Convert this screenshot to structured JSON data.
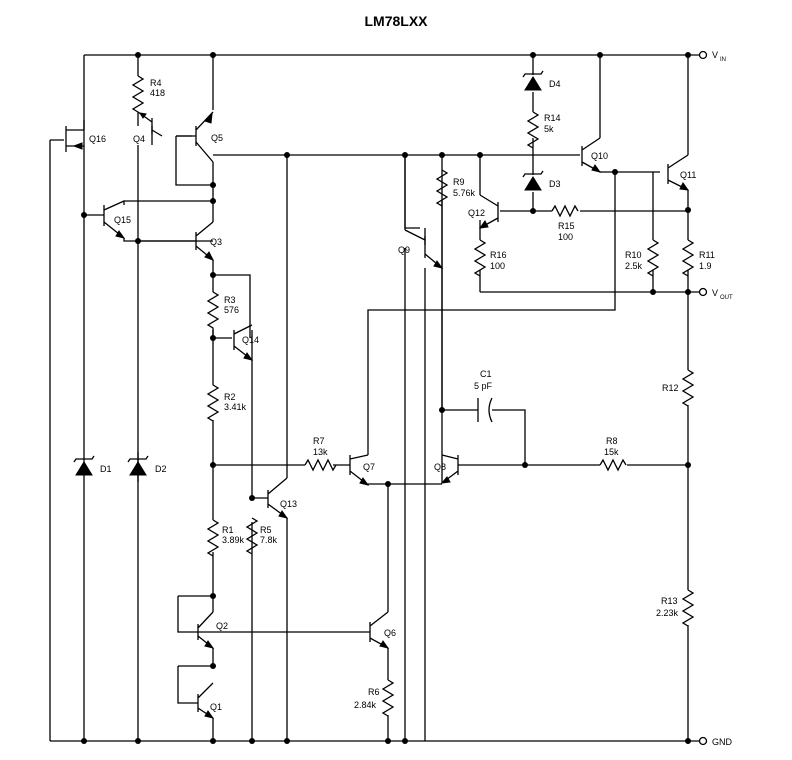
{
  "title": "LM78LXX",
  "pins": {
    "vin_label": "V",
    "vin_sub": "IN",
    "vout_label": "V",
    "vout_sub": "OUT",
    "gnd_label": "GND"
  },
  "components": {
    "R1": "R1",
    "R1_val": "3.89k",
    "R2": "R2",
    "R2_val": "3.41k",
    "R3": "R3",
    "R3_val": "576",
    "R4": "R4",
    "R4_val": "418",
    "R5": "R5",
    "R5_val": "7.8k",
    "R6": "R6",
    "R6_val": "2.84k",
    "R7": "R7",
    "R7_val": "13k",
    "R8": "R8",
    "R8_val": "15k",
    "R9": "R9",
    "R9_val": "5.76k",
    "R10": "R10",
    "R10_val": "2.5k",
    "R11": "R11",
    "R11_val": "1.9",
    "R12": "R12",
    "R13": "R13",
    "R13_val": "2.23k",
    "R14": "R14",
    "R14_val": "5k",
    "R15": "R15",
    "R15_val": "100",
    "R16": "R16",
    "R16_val": "100",
    "C1": "C1",
    "C1_val": "5 pF",
    "D1": "D1",
    "D2": "D2",
    "D3": "D3",
    "D4": "D4",
    "Q1": "Q1",
    "Q2": "Q2",
    "Q3": "Q3",
    "Q4": "Q4",
    "Q5": "Q5",
    "Q6": "Q6",
    "Q7": "Q7",
    "Q8": "Q8",
    "Q9": "Q9",
    "Q10": "Q10",
    "Q11": "Q11",
    "Q12": "Q12",
    "Q13": "Q13",
    "Q14": "Q14",
    "Q15": "Q15",
    "Q16": "Q16"
  }
}
